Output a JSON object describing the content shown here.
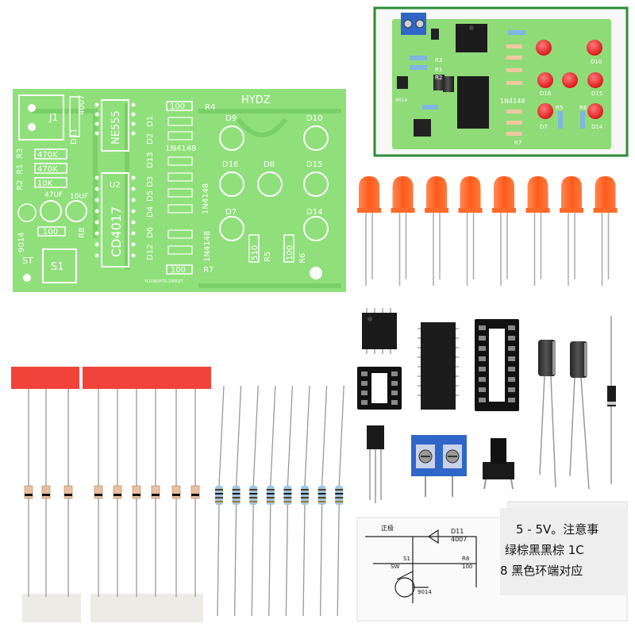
{
  "pcb": {
    "brand": "HYDZ",
    "j1": "J1",
    "d11": "D11",
    "d11_part": "4007",
    "ne555": "NE555",
    "cd4017": "CD4017",
    "u2": "U2",
    "r4": "R4",
    "r4_val": "100",
    "r1": "R1",
    "r1_val": "470K",
    "r3": "R3",
    "r3_val": "470K",
    "r2": "R2",
    "r2_val": "10K",
    "c_47": "47UF",
    "c_10": "10UF",
    "q1": "9014",
    "r8": "R8",
    "r8_val": "100",
    "st": "ST",
    "s1": "S1",
    "r7": "R7",
    "r7_val": "100",
    "r5": "R5",
    "r5_val": "510",
    "r6": "R6",
    "r6_val": "100",
    "diode_part": "1N4148",
    "diode_part_b": "1N4148",
    "diode_part_c": "1N4148",
    "d1": "D1",
    "d2": "D2",
    "d13": "D13",
    "d3": "D3",
    "d5": "D5",
    "d4": "D4",
    "d6": "D6",
    "d12": "D12",
    "d9": "D9",
    "d10": "D10",
    "d16": "D16",
    "d8": "D8",
    "d15": "D15",
    "d7": "D7",
    "d14": "D14",
    "serial": "YL0360PT5-1905ZT"
  },
  "inset": {
    "r3": "R3",
    "r1": "R1",
    "r2": "R2",
    "q1": "9014",
    "d10": "D10",
    "d16": "D16",
    "d15": "D15",
    "d7": "D7",
    "d14": "D14",
    "r5": "R5",
    "r6": "R6",
    "r7": "R7",
    "diode_part": "1N4148"
  },
  "manual": {
    "line1": "5 - 5V。注意事",
    "line2": "绿棕黑黑棕 1C",
    "line3": "8 黑色环端对应",
    "d11": "D11",
    "d11_part": "4007",
    "r8": "R8",
    "r8_val": "100",
    "sw": "SW",
    "s1": "S1",
    "q1": "9014",
    "label_zj": "正极"
  },
  "colors": {
    "pcb_green": "#8fe07a",
    "inset_border": "#2e8b3a",
    "led_orange": "#ff6a2a",
    "led_red": "#ff2a2a",
    "terminal_blue": "#2f66c8",
    "tape_red": "#f0443b"
  }
}
